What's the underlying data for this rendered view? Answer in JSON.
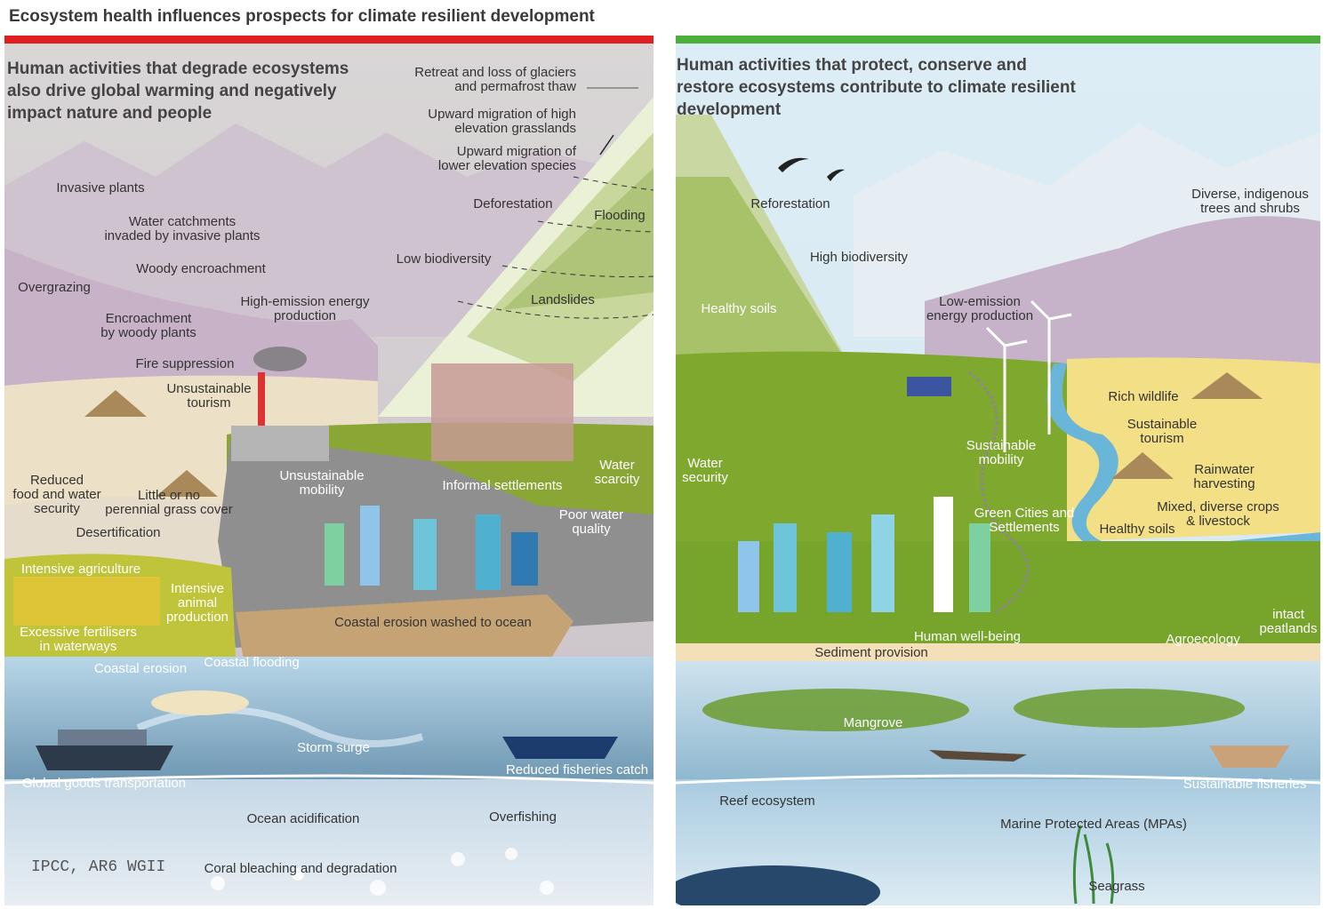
{
  "title": "Ecosystem health influences prospects for climate resilient development",
  "colors": {
    "degrade": "#e02020",
    "protect": "#4caf3a"
  },
  "left_panel": {
    "headline_lines": [
      "Human activities that degrade ecosystems",
      "also drive global warming and negatively",
      "impact nature and people"
    ],
    "labels": {
      "glaciers": [
        "Retreat and loss of glaciers",
        "and permafrost thaw"
      ],
      "grasslands": [
        "Upward migration of high",
        "elevation grasslands"
      ],
      "lower_species": [
        "Upward migration of",
        "lower elevation species"
      ],
      "deforestation": "Deforestation",
      "flooding": "Flooding",
      "low_biodiversity": "Low biodiversity",
      "landslides": "Landslides",
      "invasive_plants": "Invasive plants",
      "water_catchments": [
        "Water catchments",
        "invaded by invasive plants"
      ],
      "woody_encroachment": "Woody encroachment",
      "overgrazing": "Overgrazing",
      "encroachment": [
        "Encroachment",
        "by woody plants"
      ],
      "high_emission": [
        "High-emission energy",
        "production"
      ],
      "fire_suppression": "Fire suppression",
      "unsustainable_tourism": [
        "Unsustainable",
        "tourism"
      ],
      "reduced_food": [
        "Reduced",
        "food and water",
        "security"
      ],
      "little_grass": [
        "Little or no",
        "perennial grass cover"
      ],
      "desertification": "Desertification",
      "unsustainable_mobility": [
        "Unsustainable",
        "mobility"
      ],
      "informal_settlements": "Informal settlements",
      "water_scarcity": [
        "Water",
        "scarcity"
      ],
      "poor_water": [
        "Poor water",
        "quality"
      ],
      "intensive_agriculture": "Intensive agriculture",
      "intensive_animal": [
        "Intensive",
        "animal",
        "production"
      ],
      "excessive_fertilisers": [
        "Excessive fertilisers",
        "in waterways"
      ],
      "coastal_erosion_washed": "Coastal erosion washed to ocean",
      "coastal_erosion": "Coastal erosion",
      "coastal_flooding": "Coastal flooding",
      "storm_surge": "Storm surge",
      "reduced_fisheries": "Reduced fisheries catch",
      "global_goods": "Global goods transportation",
      "ocean_acidification": "Ocean acidification",
      "overfishing": "Overfishing",
      "coral_bleaching": "Coral bleaching and degradation"
    }
  },
  "right_panel": {
    "headline_lines": [
      "Human activities that protect, conserve and",
      "restore ecosystems contribute to climate resilient",
      "development"
    ],
    "labels": {
      "reforestation": "Reforestation",
      "high_biodiversity": "High biodiversity",
      "diverse_trees": [
        "Diverse, indigenous",
        "trees and shrubs"
      ],
      "low_emission": [
        "Low-emission",
        "energy production"
      ],
      "healthy_soils_top": "Healthy soils",
      "rich_wildlife": "Rich wildlife",
      "sustainable_tourism": [
        "Sustainable",
        "tourism"
      ],
      "sustainable_mobility": [
        "Sustainable",
        "mobility"
      ],
      "water_security": [
        "Water",
        "security"
      ],
      "rainwater": [
        "Rainwater",
        "harvesting"
      ],
      "green_cities": [
        "Green Cities and",
        "Settlements"
      ],
      "mixed_crops": [
        "Mixed, diverse crops",
        "& livestock"
      ],
      "healthy_soils_bottom": "Healthy soils",
      "intact_peatlands": [
        "intact",
        "peatlands"
      ],
      "human_wellbeing": "Human well-being",
      "agroecology": "Agroecology",
      "sediment": "Sediment provision",
      "mangrove": "Mangrove",
      "sustainable_fisheries": "Sustainable fisheries",
      "reef": "Reef ecosystem",
      "mpas": "Marine Protected Areas (MPAs)",
      "seagrass": "Seagrass"
    }
  },
  "credit": "IPCC, AR6 WGII"
}
